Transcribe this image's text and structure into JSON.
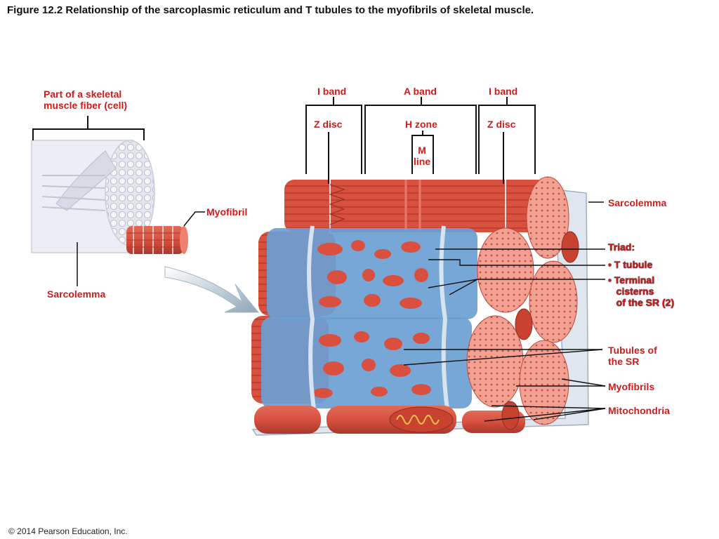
{
  "title": "Figure 12.2  Relationship of the sarcoplasmic reticulum and T tubules to the myofibrils of skeletal muscle.",
  "labels": {
    "fiber_part": "Part of a skeletal\nmuscle fiber (cell)",
    "myofibril": "Myofibril",
    "sarcolemma_left": "Sarcolemma",
    "i_band_left": "I band",
    "a_band": "A band",
    "i_band_right": "I band",
    "z_disc_left": "Z disc",
    "h_zone": "H zone",
    "z_disc_right": "Z disc",
    "m_line": "M\nline",
    "sarcolemma_right": "Sarcolemma",
    "triad": "Triad:",
    "t_tubule": "• T tubule",
    "terminal": "• Terminal\n   cisterns\n   of the SR (2)",
    "tubules_sr": "Tubules of\nthe SR",
    "myofibrils": "Myofibrils",
    "mitochondria": "Mitochondria"
  },
  "copyright": "© 2014 Pearson Education, Inc.",
  "colors": {
    "label": "#d11a1a",
    "muscle": "#d9503f",
    "muscle_dark": "#b43a2c",
    "sr_blue": "#6b9fd4",
    "sarcolemma": "#dfe6ee"
  }
}
